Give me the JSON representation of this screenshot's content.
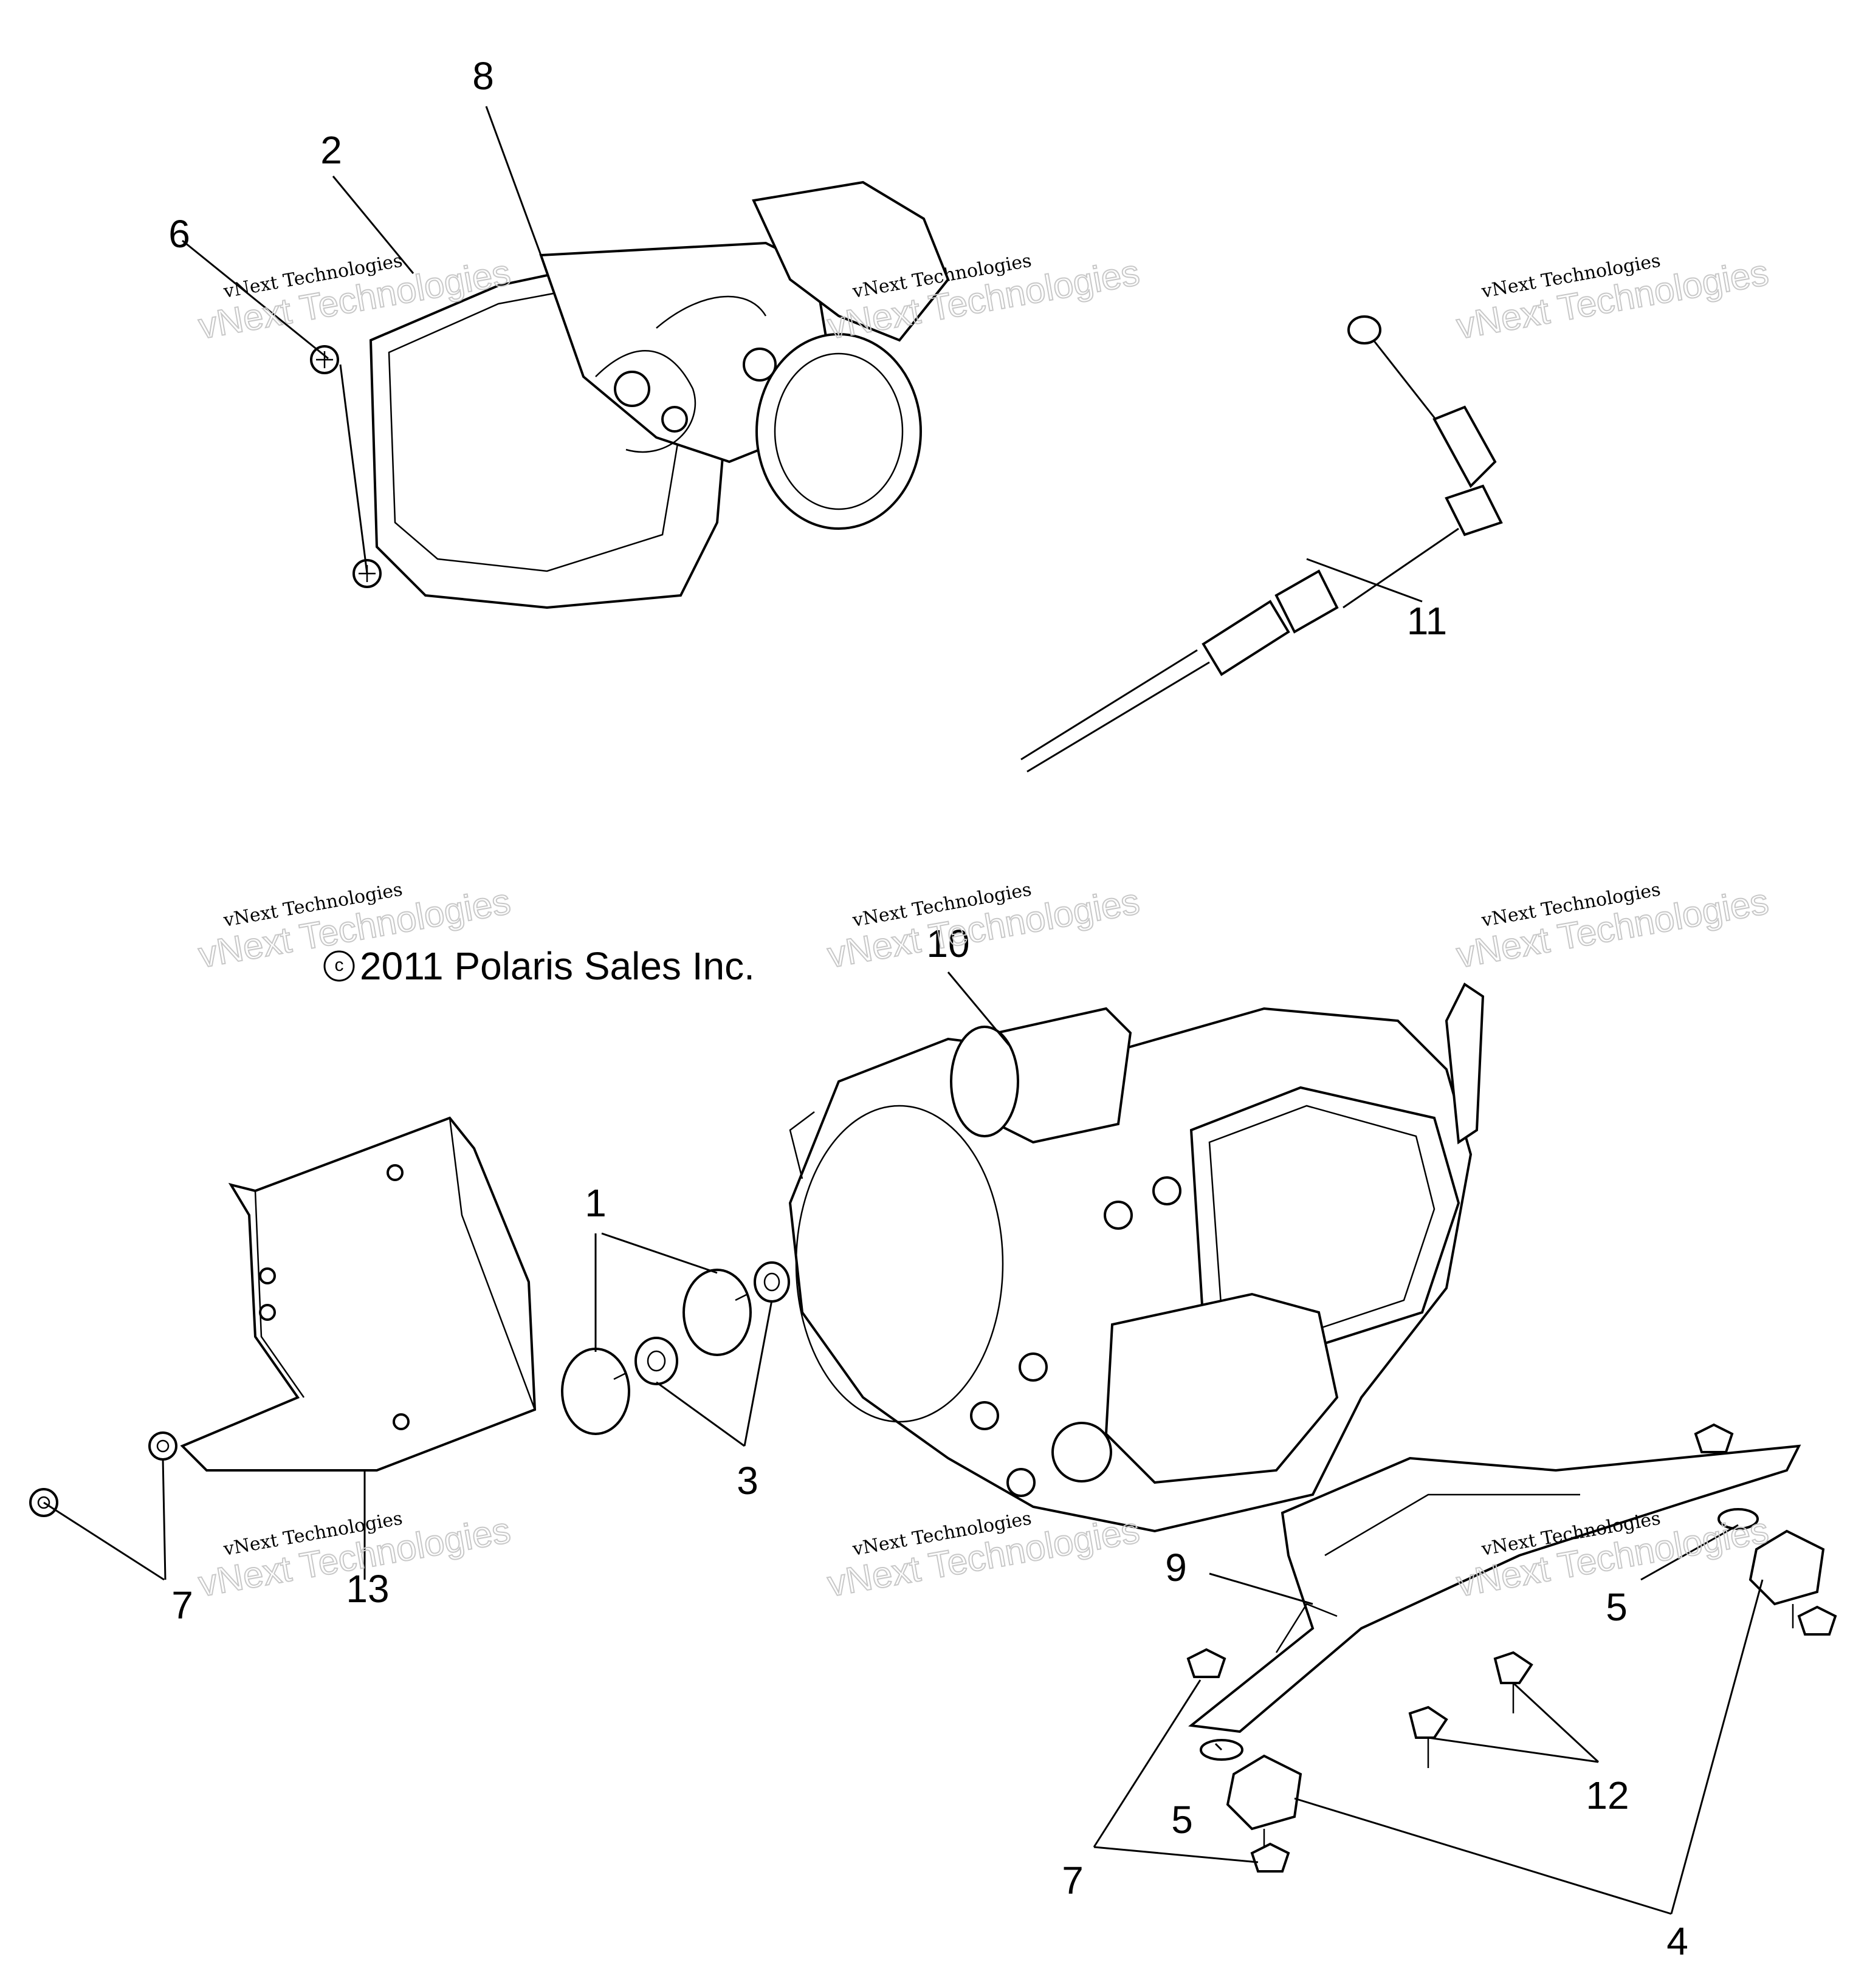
{
  "copyright": "2011 Polaris Sales Inc.",
  "copyright_symbol": "c",
  "watermark": {
    "line1": "vNext Technologies",
    "line2": "vNext Technologies"
  },
  "callouts": {
    "c1": "1",
    "c2": "2",
    "c3": "3",
    "c4": "4",
    "c5a": "5",
    "c5b": "5",
    "c6": "6",
    "c7a": "7",
    "c7b": "7",
    "c8": "8",
    "c9": "9",
    "c10": "10",
    "c11": "11",
    "c12": "12",
    "c13": "13"
  },
  "colors": {
    "line": "#000000",
    "background": "#ffffff",
    "watermark": "#c8c8c8"
  }
}
